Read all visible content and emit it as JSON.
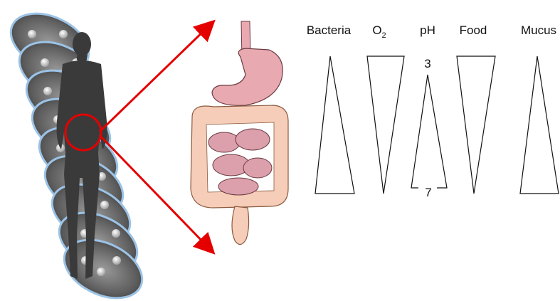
{
  "columns": [
    {
      "key": "bacteria",
      "label": "Bacteria",
      "trend": "increasing"
    },
    {
      "key": "o2",
      "label": "O",
      "subscript": "2",
      "trend": "decreasing"
    },
    {
      "key": "ph",
      "label": "pH",
      "trend": "increasing",
      "top_value": "3",
      "bottom_value": "7"
    },
    {
      "key": "food",
      "label": "Food",
      "trend": "decreasing"
    },
    {
      "key": "mucus",
      "label": "Mucus",
      "trend": "increasing"
    }
  ],
  "colors": {
    "arrow": "#e50000",
    "silhouette": "#3a3a3a",
    "stomach": "#e9a9b0",
    "colon": "#f6cdb8",
    "small_intestine": "#dca0ad",
    "disc_glow": "#9cc3e6"
  },
  "icons": [
    "human-silhouette",
    "digestive-tract",
    "microscopy-disc"
  ]
}
